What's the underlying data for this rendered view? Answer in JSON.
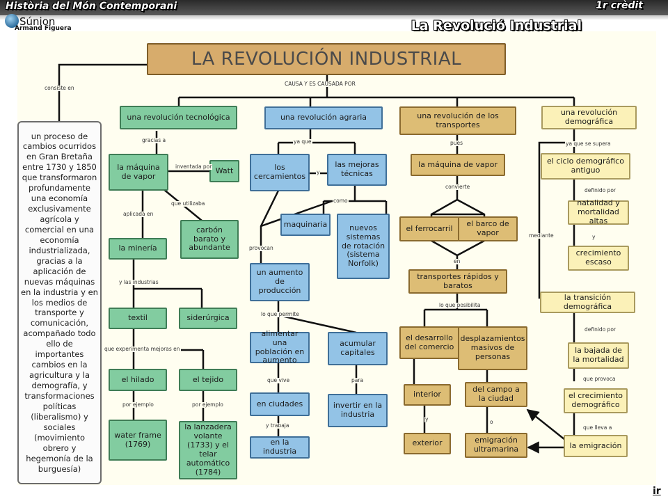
{
  "header": {
    "course": "Història del Món Contemporani",
    "credit": "1r crèdit",
    "slide_title": "La Revolució Industrial",
    "logo_name": "Súnion",
    "author": "Armand Figuera",
    "exit_label": "ir"
  },
  "map": {
    "title": "LA REVOLUCIÓN INDUSTRIAL",
    "definition": "un proceso de cambios ocurridos en Gran Bretaña entre 1730 y 1850 que transformaron profundamente una economía exclusivamente agrícola y comercial en una economía industrializada, gracias a la aplicación de nuevas máquinas en la industria y en los medios de transporte y comunicación, acompañado todo ello de importantes cambios en la agricultura y la demografía, y transformaciones políticas (liberalismo) y sociales (movimiento obrero y hegemonía de la burguesía)",
    "tech": {
      "title": "una revolución tecnológica",
      "maquina": "la máquina de vapor",
      "watt": "Watt",
      "carbon": "carbón barato y abundante",
      "mineria": "la minería",
      "textil": "textil",
      "siderurgica": "siderúrgica",
      "hilado": "el hilado",
      "tejido": "el tejido",
      "water_frame": "water frame (1769)",
      "lanzadera": "la lanzadera volante (1733) y el telar automático (1784)"
    },
    "agr": {
      "title": "una revolución agraria",
      "cercamientos": "los cercamientos",
      "mejoras": "las mejoras técnicas",
      "maquinaria": "maquinaria",
      "rotacion": "nuevos sistemas de rotación (sistema Norfolk)",
      "produccion": "un aumento de producción",
      "alimentar": "alimentar una población en aumento",
      "capitales": "acumular capitales",
      "ciudades": "en ciudades",
      "invertir": "invertir en la industria",
      "industria": "en la industria"
    },
    "trans": {
      "title": "una revolución de los transportes",
      "maquina": "la máquina de vapor",
      "ferrocarril": "el ferrocarril",
      "barco": "el barco de vapor",
      "rapidos": "transportes rápidos y baratos",
      "comercio": "el desarrollo del comercio",
      "desplazamientos": "desplazamientos masivos de personas",
      "interior": "interior",
      "exterior": "exterior",
      "campo": "del campo a la ciudad",
      "emigracion_ultra": "emigración ultramarina"
    },
    "demo": {
      "title": "una revolución demográfica",
      "ciclo": "el ciclo demográfico antiguo",
      "natalidad": "natalidad y mortalidad altas",
      "crecimiento_escaso": "crecimiento escaso",
      "transicion": "la transición demográfica",
      "bajada": "la bajada de la mortalidad",
      "crecimiento": "el crecimiento demográfico",
      "emigracion": "la emigración"
    },
    "links": {
      "consiste": "consiste en",
      "causa": "CAUSA Y ES CAUSADA POR",
      "gracias": "gracias a",
      "inventada": "inventada por",
      "utilizaba": "que utilizaba",
      "aplicada": "aplicada en",
      "industrias": "y las industrias",
      "experimenta": "que experimenta mejoras en",
      "ejemplo1": "por ejemplo",
      "ejemplo2": "por ejemplo",
      "ya_que": "ya que",
      "y1": "y",
      "como": "como",
      "provocan": "provocan",
      "permite": "lo que permite",
      "vive": "que vive",
      "para": "para",
      "trabaja": "y trabaja",
      "pues": "pues",
      "convierte": "convierte",
      "en": "en",
      "posibilita": "lo que posibilita",
      "y2": "y",
      "o": "o",
      "supera": "ya que se supera",
      "definido1": "definido por",
      "y3": "y",
      "mediante": "mediante",
      "definido2": "definido por",
      "provoca": "que provoca",
      "lleva": "que lleva a"
    }
  }
}
